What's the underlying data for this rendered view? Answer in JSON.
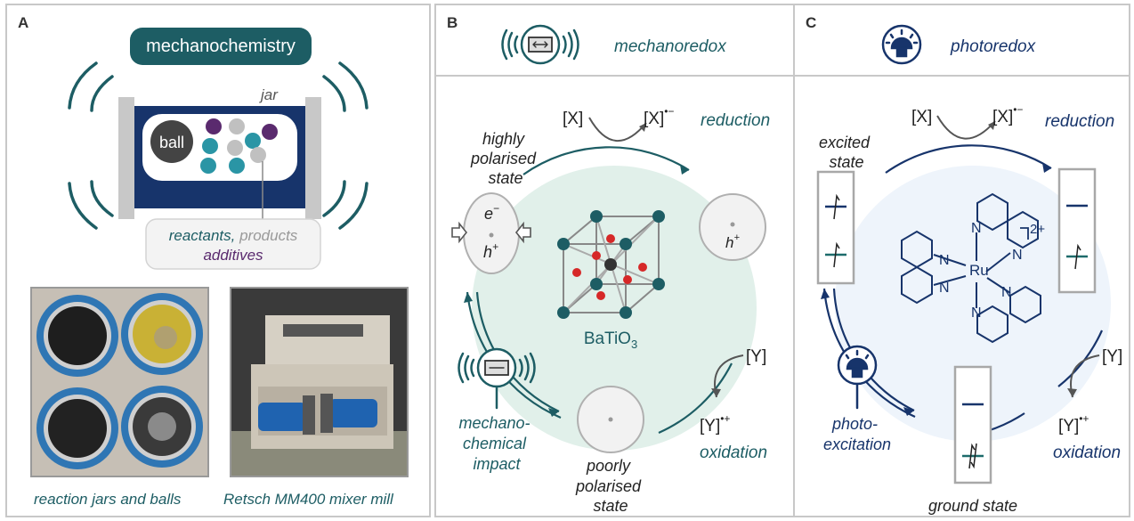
{
  "panels": {
    "a": {
      "letter": "A",
      "title": "mechanochemistry",
      "jar_label": "jar",
      "ball_label": "ball",
      "legend": {
        "reactants": "reactants,",
        "products": "products",
        "additives": "additives"
      },
      "photo_captions": [
        "reaction jars and balls",
        "Retsch MM400 mixer mill"
      ]
    },
    "b": {
      "letter": "B",
      "header": "mechanoredox",
      "x_in": "[X]",
      "x_out": "[X]",
      "x_out_sup": "•−",
      "reduction": "reduction",
      "state_top_lines": [
        "highly",
        "polarised",
        "state"
      ],
      "electron": "e",
      "electron_sup": "−",
      "hole": "h",
      "hole_sup": "+",
      "material": "BaTiO",
      "material_sub": "3",
      "y_in": "[Y]",
      "y_out": "[Y]",
      "y_out_sup": "•+",
      "oxidation": "oxidation",
      "impact_lines": [
        "mechano-",
        "chemical",
        "impact"
      ],
      "state_bottom_lines": [
        "poorly",
        "polarised",
        "state"
      ]
    },
    "c": {
      "letter": "C",
      "header": "photoredox",
      "x_in": "[X]",
      "x_out": "[X]",
      "x_out_sup": "•−",
      "reduction": "reduction",
      "excited_lines": [
        "excited",
        "state"
      ],
      "charge": "2+",
      "metal": "Ru",
      "nitrogen": "N",
      "y_in": "[Y]",
      "y_out": "[Y]",
      "y_out_sup": "•+",
      "oxidation": "oxidation",
      "photo_lines": [
        "photo-",
        "excitation"
      ],
      "ground": "ground state"
    }
  },
  "colors": {
    "teal": "#1d5d64",
    "navy": "#17346b",
    "purple": "#5a2a6e",
    "grey": "#b5b5b5",
    "mint": "#e1f0ea",
    "ice": "#eef4fb"
  }
}
